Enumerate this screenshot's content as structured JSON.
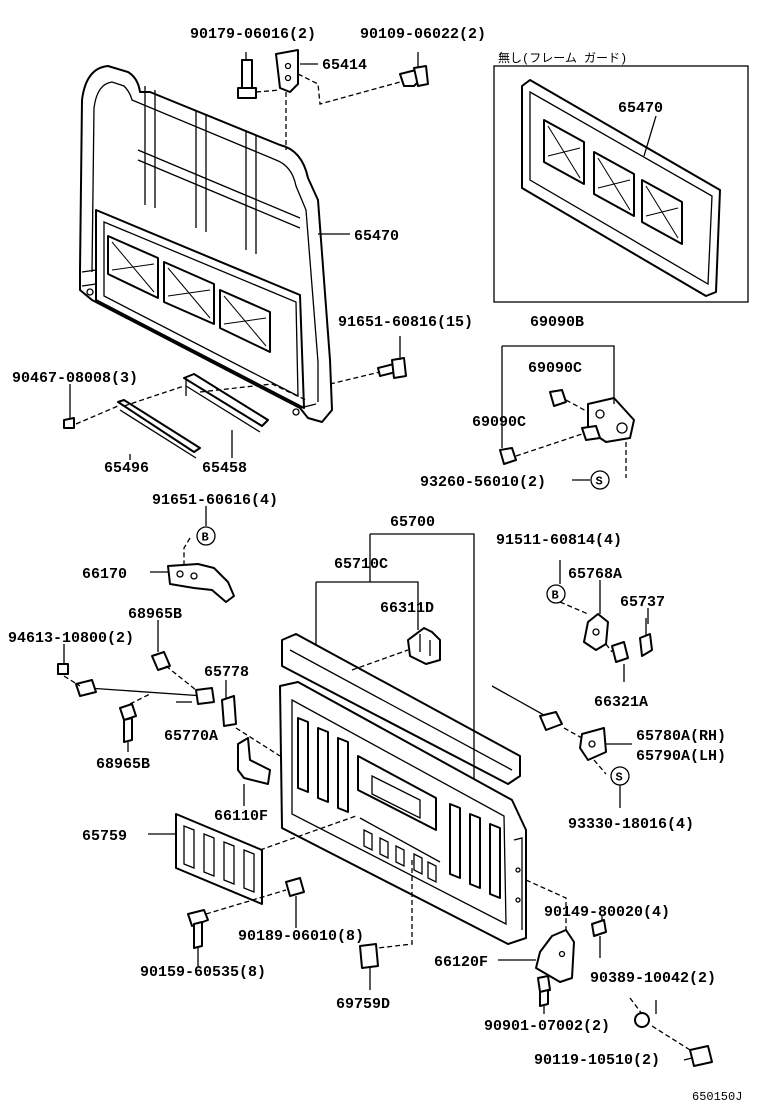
{
  "inset": {
    "caption": "無し(フレーム ガード)",
    "part": "65470"
  },
  "labels": {
    "p90179": "90179-06016(2)",
    "p90109": "90109-06022(2)",
    "p65414": "65414",
    "p65470": "65470",
    "p91651a": "91651-60816(15)",
    "p69090b": "69090B",
    "p69090c1": "69090C",
    "p69090c2": "69090C",
    "p93260": "93260-56010(2)",
    "p90467": "90467-08008(3)",
    "p65496": "65496",
    "p65458": "65458",
    "p91651b": "91651-60616(4)",
    "p66170": "66170",
    "p65700": "65700",
    "p65710c": "65710C",
    "p66311d": "66311D",
    "p91511": "91511-60814(4)",
    "p65768a": "65768A",
    "p65737": "65737",
    "p68965b1": "68965B",
    "p94613": "94613-10800(2)",
    "p65778": "65778",
    "p66321a": "66321A",
    "p65770a": "65770A",
    "p65780a": "65780A(RH)",
    "p65790a": "65790A(LH)",
    "p68965b2": "68965B",
    "p66110f": "66110F",
    "p93330": "93330-18016(4)",
    "p65759": "65759",
    "p90149": "90149-80020(4)",
    "p90189": "90189-06010(8)",
    "p66120f": "66120F",
    "p90389": "90389-10042(2)",
    "p90159": "90159-60535(8)",
    "p69759d": "69759D",
    "p90901": "90901-07002(2)",
    "p90119": "90119-10510(2)"
  },
  "markers": {
    "s": "S",
    "b": "B"
  },
  "diagram_code": "650150J"
}
